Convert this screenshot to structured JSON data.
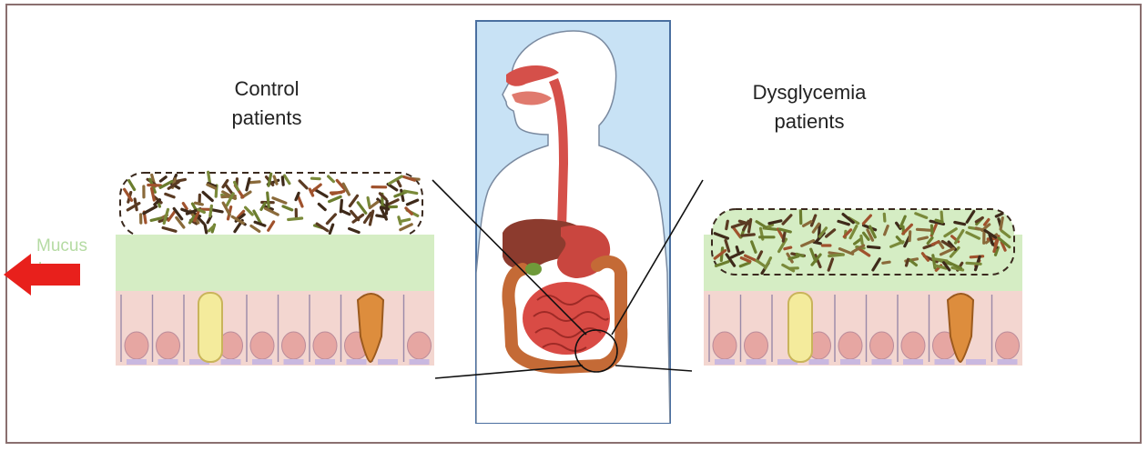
{
  "labels": {
    "control": [
      "Control",
      "patients"
    ],
    "dysglycemia": [
      "Dysglycemia",
      "patients"
    ],
    "mucus": [
      "Mucus",
      "layer"
    ]
  },
  "colors": {
    "frame_border": "#8a6f6f",
    "mucus_green": "#d5edc4",
    "mucus_text": "#b5dba3",
    "body_blue": "#c8e2f5",
    "epithelium_pink": "#f3d6d0",
    "organ_red": "#c9463f",
    "arrow_red": "#e8201c"
  },
  "icons": {
    "pointer": "red-arrow-left-icon"
  }
}
